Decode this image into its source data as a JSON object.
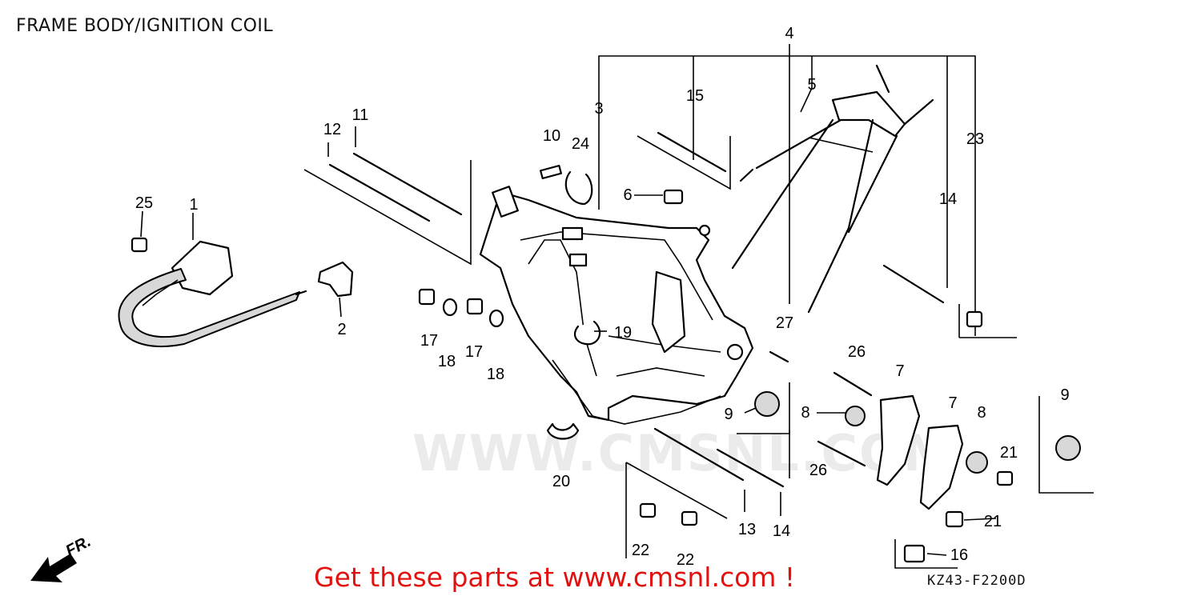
{
  "title": "FRAME BODY/IGNITION COIL",
  "watermark": "WWW.CMSNL.COM",
  "footer": "Get these parts at www.cmsnl.com !",
  "diagram_ref": "KZ43-F2200D",
  "direction_label": "FR.",
  "colors": {
    "footer": "#e31010",
    "lines": "#000000",
    "watermark": "#ebebeb"
  },
  "callouts": [
    {
      "id": "c1",
      "label": "1"
    },
    {
      "id": "c2",
      "label": "2"
    },
    {
      "id": "c3",
      "label": "3"
    },
    {
      "id": "c4",
      "label": "4"
    },
    {
      "id": "c5",
      "label": "5"
    },
    {
      "id": "c6",
      "label": "6"
    },
    {
      "id": "c7a",
      "label": "7"
    },
    {
      "id": "c7b",
      "label": "7"
    },
    {
      "id": "c8a",
      "label": "8"
    },
    {
      "id": "c8b",
      "label": "8"
    },
    {
      "id": "c9a",
      "label": "9"
    },
    {
      "id": "c9b",
      "label": "9"
    },
    {
      "id": "c10",
      "label": "10"
    },
    {
      "id": "c11",
      "label": "11"
    },
    {
      "id": "c12",
      "label": "12"
    },
    {
      "id": "c13",
      "label": "13"
    },
    {
      "id": "c14a",
      "label": "14"
    },
    {
      "id": "c14b",
      "label": "14"
    },
    {
      "id": "c15",
      "label": "15"
    },
    {
      "id": "c16",
      "label": "16"
    },
    {
      "id": "c17a",
      "label": "17"
    },
    {
      "id": "c17b",
      "label": "17"
    },
    {
      "id": "c18a",
      "label": "18"
    },
    {
      "id": "c18b",
      "label": "18"
    },
    {
      "id": "c19",
      "label": "19"
    },
    {
      "id": "c20",
      "label": "20"
    },
    {
      "id": "c21a",
      "label": "21"
    },
    {
      "id": "c21b",
      "label": "21"
    },
    {
      "id": "c22a",
      "label": "22"
    },
    {
      "id": "c22b",
      "label": "22"
    },
    {
      "id": "c23",
      "label": "23"
    },
    {
      "id": "c24",
      "label": "24"
    },
    {
      "id": "c25",
      "label": "25"
    },
    {
      "id": "c26a",
      "label": "26"
    },
    {
      "id": "c26b",
      "label": "26"
    },
    {
      "id": "c27",
      "label": "27"
    }
  ]
}
